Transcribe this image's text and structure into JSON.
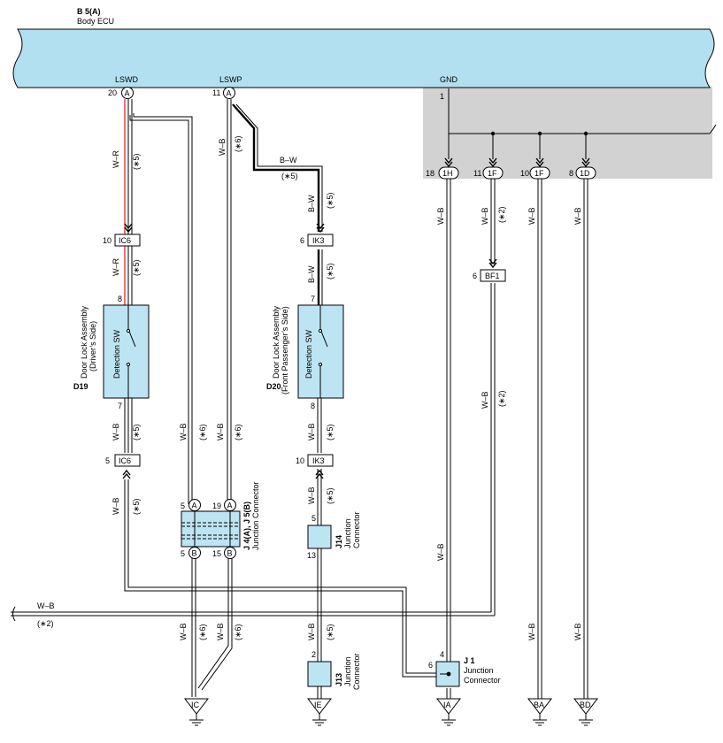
{
  "ecu": {
    "code": "B 5(A)",
    "name": "Body ECU",
    "pins": {
      "lswd": "LSWD",
      "lswp": "LSWP",
      "gnd": "GND"
    }
  },
  "pins": {
    "p20": "20",
    "p11": "11",
    "p1": "1",
    "p18": "18",
    "p11b": "11",
    "p10": "10",
    "p8": "8"
  },
  "connector_letters": {
    "a": "A",
    "b": "B"
  },
  "jcodes": {
    "1h": "1H",
    "1f": "1F",
    "1d": "1D"
  },
  "wires": {
    "wr": "W–R",
    "wb": "W–B",
    "bw": "B–W"
  },
  "notes": {
    "n5": "(∗5)",
    "n6": "(∗6)",
    "n2": "(∗2)"
  },
  "connectors": {
    "ic6_top": {
      "pin": "10",
      "label": "IC6"
    },
    "ik3_top": {
      "pin": "6",
      "label": "IK3"
    },
    "bf1": {
      "pin": "6",
      "label": "BF1"
    },
    "ic6_bot": {
      "pin": "5",
      "label": "IC6"
    },
    "ik3_bot": {
      "pin": "10",
      "label": "IK3"
    }
  },
  "d19": {
    "code": "D19",
    "line1": "Door Lock Assembly",
    "line2": "(Driver’s Side)",
    "sw": "Detection SW",
    "pin_top": "8",
    "pin_bot": "7"
  },
  "d20": {
    "code": "D20",
    "line1": "Door Lock Assembly",
    "line2": "(Front Passenger’s Side)",
    "sw": "Detection SW",
    "pin_top": "7",
    "pin_bot": "8"
  },
  "j45": {
    "code": "J 4(A), J 5(B)",
    "name": "Junction Connector",
    "pin_a1": "5",
    "pin_a2": "19",
    "pin_b1": "5",
    "pin_b2": "15"
  },
  "j14": {
    "code": "J14",
    "line1": "Junction",
    "line2": "Connector",
    "pin_top": "5",
    "pin_bot": "13"
  },
  "j13": {
    "code": "J13",
    "line1": "Junction",
    "line2": "Connector",
    "pin": "2"
  },
  "j1": {
    "code": "J 1",
    "line1": "Junction",
    "line2": "Connector",
    "pin_top": "4",
    "pin_left": "6"
  },
  "grounds": {
    "ic": "IC",
    "ie": "IE",
    "ia": "IA",
    "ba": "BA",
    "bd": "BD"
  },
  "colors": {
    "ecu_fill": "#b3e0f0",
    "component_fill": "#bde4f3",
    "shade": "#d2d2d2",
    "red_wire": "#e23a3a"
  }
}
